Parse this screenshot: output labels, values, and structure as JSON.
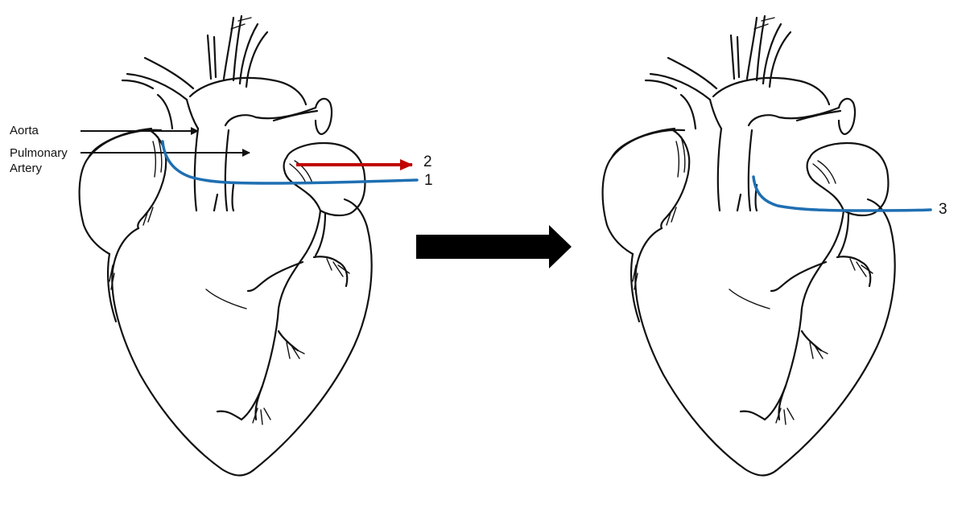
{
  "labels": {
    "aorta": "Aorta",
    "pulmonary": "Pulmonary",
    "artery": "Artery"
  },
  "markers": {
    "one": "1",
    "two": "2",
    "three": "3"
  },
  "colors": {
    "ink": "#111111",
    "catheter_blue": "#1f6fb2",
    "flow_red": "#c00000",
    "transition_arrow": "#000000"
  }
}
